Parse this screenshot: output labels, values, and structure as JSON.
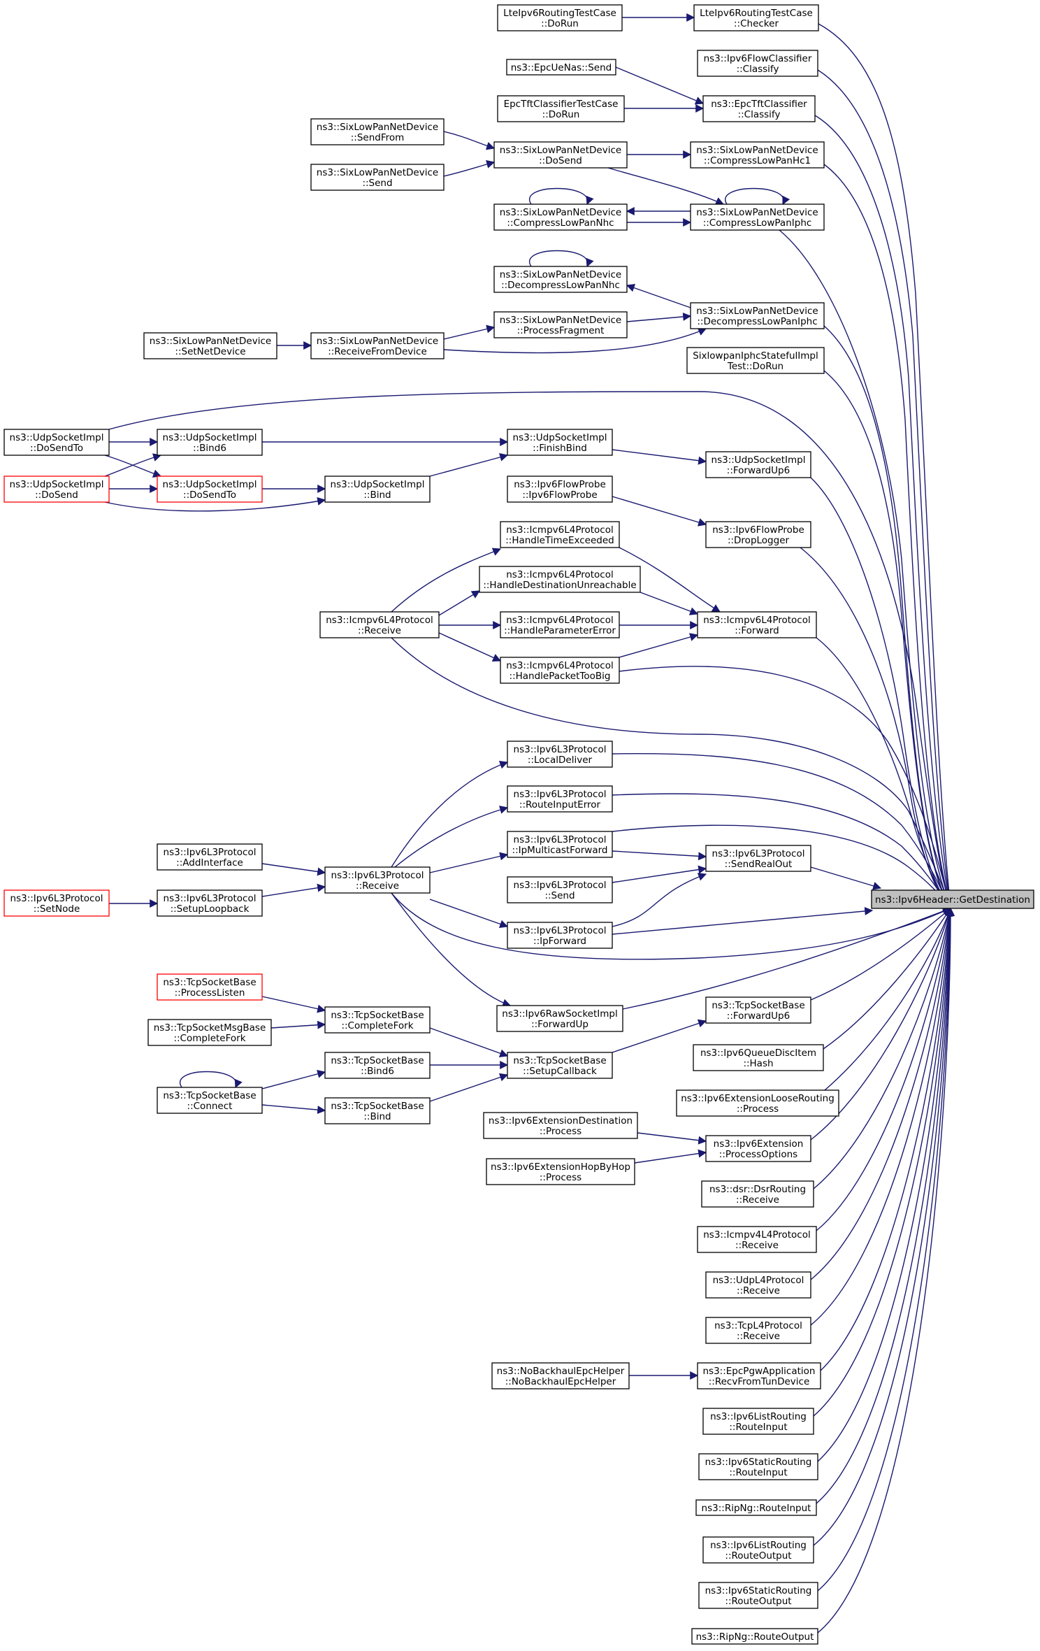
{
  "diagram": {
    "type": "doxygen-caller-graph",
    "focus_node": "n_getdest",
    "nodes": [
      {
        "id": "n_getdest",
        "lines": [
          "ns3::Ipv6Header::GetDestination"
        ],
        "style": "focus"
      },
      {
        "id": "n_lte_doruntc",
        "lines": [
          "LteIpv6RoutingTestCase",
          "::DoRun"
        ]
      },
      {
        "id": "n_lte_checker",
        "lines": [
          "LteIpv6RoutingTestCase",
          "::Checker"
        ]
      },
      {
        "id": "n_flowclassify",
        "lines": [
          "ns3::Ipv6FlowClassifier",
          "::Classify"
        ]
      },
      {
        "id": "n_epcuenas_send",
        "lines": [
          "ns3::EpcUeNas::Send"
        ]
      },
      {
        "id": "n_epctft_dorun",
        "lines": [
          "EpcTftClassifierTestCase",
          "::DoRun"
        ]
      },
      {
        "id": "n_epctft_classify",
        "lines": [
          "ns3::EpcTftClassifier",
          "::Classify"
        ]
      },
      {
        "id": "n_slp_sendfrom",
        "lines": [
          "ns3::SixLowPanNetDevice",
          "::SendFrom"
        ]
      },
      {
        "id": "n_slp_send",
        "lines": [
          "ns3::SixLowPanNetDevice",
          "::Send"
        ]
      },
      {
        "id": "n_slp_dosend",
        "lines": [
          "ns3::SixLowPanNetDevice",
          "::DoSend"
        ]
      },
      {
        "id": "n_slp_hc1",
        "lines": [
          "ns3::SixLowPanNetDevice",
          "::CompressLowPanHc1"
        ]
      },
      {
        "id": "n_slp_cnhc",
        "lines": [
          "ns3::SixLowPanNetDevice",
          "::CompressLowPanNhc"
        ]
      },
      {
        "id": "n_slp_ciphc",
        "lines": [
          "ns3::SixLowPanNetDevice",
          "::CompressLowPanIphc"
        ]
      },
      {
        "id": "n_slp_dnhc",
        "lines": [
          "ns3::SixLowPanNetDevice",
          "::DecompressLowPanNhc"
        ]
      },
      {
        "id": "n_slp_procfrag",
        "lines": [
          "ns3::SixLowPanNetDevice",
          "::ProcessFragment"
        ]
      },
      {
        "id": "n_slp_diphc",
        "lines": [
          "ns3::SixLowPanNetDevice",
          "::DecompressLowPanIphc"
        ]
      },
      {
        "id": "n_slp_setnet",
        "lines": [
          "ns3::SixLowPanNetDevice",
          "::SetNetDevice"
        ]
      },
      {
        "id": "n_slp_recvfrom",
        "lines": [
          "ns3::SixLowPanNetDevice",
          "::ReceiveFromDevice"
        ]
      },
      {
        "id": "n_sixlowpan_test",
        "lines": [
          "SixlowpanIphcStatefulImpl",
          "Test::DoRun"
        ]
      },
      {
        "id": "n_udp_dosendto_l",
        "lines": [
          "ns3::UdpSocketImpl",
          "::DoSendTo"
        ]
      },
      {
        "id": "n_udp_bind6",
        "lines": [
          "ns3::UdpSocketImpl",
          "::Bind6"
        ]
      },
      {
        "id": "n_udp_dosend",
        "lines": [
          "ns3::UdpSocketImpl",
          "::DoSend"
        ],
        "style": "red"
      },
      {
        "id": "n_udp_dosendto_r",
        "lines": [
          "ns3::UdpSocketImpl",
          "::DoSendTo"
        ],
        "style": "red"
      },
      {
        "id": "n_udp_bind",
        "lines": [
          "ns3::UdpSocketImpl",
          "::Bind"
        ]
      },
      {
        "id": "n_udp_finishbind",
        "lines": [
          "ns3::UdpSocketImpl",
          "::FinishBind"
        ]
      },
      {
        "id": "n_udp_fwdup6",
        "lines": [
          "ns3::UdpSocketImpl",
          "::ForwardUp6"
        ]
      },
      {
        "id": "n_flowprobe_ctor",
        "lines": [
          "ns3::Ipv6FlowProbe",
          "::Ipv6FlowProbe"
        ]
      },
      {
        "id": "n_flowprobe_drop",
        "lines": [
          "ns3::Ipv6FlowProbe",
          "::DropLogger"
        ]
      },
      {
        "id": "n_icmp_hte",
        "lines": [
          "ns3::Icmpv6L4Protocol",
          "::HandleTimeExceeded"
        ]
      },
      {
        "id": "n_icmp_hdu",
        "lines": [
          "ns3::Icmpv6L4Protocol",
          "::HandleDestinationUnreachable"
        ]
      },
      {
        "id": "n_icmp_recv",
        "lines": [
          "ns3::Icmpv6L4Protocol",
          "::Receive"
        ]
      },
      {
        "id": "n_icmp_hpe",
        "lines": [
          "ns3::Icmpv6L4Protocol",
          "::HandleParameterError"
        ]
      },
      {
        "id": "n_icmp_fwd",
        "lines": [
          "ns3::Icmpv6L4Protocol",
          "::Forward"
        ]
      },
      {
        "id": "n_icmp_hptb",
        "lines": [
          "ns3::Icmpv6L4Protocol",
          "::HandlePacketTooBig"
        ]
      },
      {
        "id": "n_l3_local",
        "lines": [
          "ns3::Ipv6L3Protocol",
          "::LocalDeliver"
        ]
      },
      {
        "id": "n_l3_rie",
        "lines": [
          "ns3::Ipv6L3Protocol",
          "::RouteInputError"
        ]
      },
      {
        "id": "n_l3_ipmf",
        "lines": [
          "ns3::Ipv6L3Protocol",
          "::IpMulticastForward"
        ]
      },
      {
        "id": "n_l3_sro",
        "lines": [
          "ns3::Ipv6L3Protocol",
          "::SendRealOut"
        ]
      },
      {
        "id": "n_l3_addif",
        "lines": [
          "ns3::Ipv6L3Protocol",
          "::AddInterface"
        ]
      },
      {
        "id": "n_l3_recv",
        "lines": [
          "ns3::Ipv6L3Protocol",
          "::Receive"
        ]
      },
      {
        "id": "n_l3_send",
        "lines": [
          "ns3::Ipv6L3Protocol",
          "::Send"
        ]
      },
      {
        "id": "n_l3_setnode",
        "lines": [
          "ns3::Ipv6L3Protocol",
          "::SetNode"
        ],
        "style": "red"
      },
      {
        "id": "n_l3_setloop",
        "lines": [
          "ns3::Ipv6L3Protocol",
          "::SetupLoopback"
        ]
      },
      {
        "id": "n_l3_ipfwd",
        "lines": [
          "ns3::Ipv6L3Protocol",
          "::IpForward"
        ]
      },
      {
        "id": "n_tcp_proclisten",
        "lines": [
          "ns3::TcpSocketBase",
          "::ProcessListen"
        ],
        "style": "red"
      },
      {
        "id": "n_tcp_msg_cf",
        "lines": [
          "ns3::TcpSocketMsgBase",
          "::CompleteFork"
        ]
      },
      {
        "id": "n_tcp_cf",
        "lines": [
          "ns3::TcpSocketBase",
          "::CompleteFork"
        ]
      },
      {
        "id": "n_raw_fwdup",
        "lines": [
          "ns3::Ipv6RawSocketImpl",
          "::ForwardUp"
        ]
      },
      {
        "id": "n_tcp_fwdup6",
        "lines": [
          "ns3::TcpSocketBase",
          "::ForwardUp6"
        ]
      },
      {
        "id": "n_tcp_bind6",
        "lines": [
          "ns3::TcpSocketBase",
          "::Bind6"
        ]
      },
      {
        "id": "n_tcp_setupcb",
        "lines": [
          "ns3::TcpSocketBase",
          "::SetupCallback"
        ]
      },
      {
        "id": "n_tcp_connect",
        "lines": [
          "ns3::TcpSocketBase",
          "::Connect"
        ]
      },
      {
        "id": "n_tcp_bind",
        "lines": [
          "ns3::TcpSocketBase",
          "::Bind"
        ]
      },
      {
        "id": "n_qdisc_hash",
        "lines": [
          "ns3::Ipv6QueueDiscItem",
          "::Hash"
        ]
      },
      {
        "id": "n_ext_loose",
        "lines": [
          "ns3::Ipv6ExtensionLooseRouting",
          "::Process"
        ]
      },
      {
        "id": "n_ext_dest",
        "lines": [
          "ns3::Ipv6ExtensionDestination",
          "::Process"
        ]
      },
      {
        "id": "n_ext_procopt",
        "lines": [
          "ns3::Ipv6Extension",
          "::ProcessOptions"
        ]
      },
      {
        "id": "n_ext_hbh",
        "lines": [
          "ns3::Ipv6ExtensionHopByHop",
          "::Process"
        ]
      },
      {
        "id": "n_dsr_recv",
        "lines": [
          "ns3::dsr::DsrRouting",
          "::Receive"
        ]
      },
      {
        "id": "n_icmp4_recv",
        "lines": [
          "ns3::Icmpv4L4Protocol",
          "::Receive"
        ]
      },
      {
        "id": "n_udpl4_recv",
        "lines": [
          "ns3::UdpL4Protocol",
          "::Receive"
        ]
      },
      {
        "id": "n_tcpl4_recv",
        "lines": [
          "ns3::TcpL4Protocol",
          "::Receive"
        ]
      },
      {
        "id": "n_nobackhaul",
        "lines": [
          "ns3::NoBackhaulEpcHelper",
          "::NoBackhaulEpcHelper"
        ]
      },
      {
        "id": "n_pgw_recv",
        "lines": [
          "ns3::EpcPgwApplication",
          "::RecvFromTunDevice"
        ]
      },
      {
        "id": "n_listr_in",
        "lines": [
          "ns3::Ipv6ListRouting",
          "::RouteInput"
        ]
      },
      {
        "id": "n_static_in",
        "lines": [
          "ns3::Ipv6StaticRouting",
          "::RouteInput"
        ]
      },
      {
        "id": "n_ripng_in",
        "lines": [
          "ns3::RipNg::RouteInput"
        ]
      },
      {
        "id": "n_listr_out",
        "lines": [
          "ns3::Ipv6ListRouting",
          "::RouteOutput"
        ]
      },
      {
        "id": "n_static_out",
        "lines": [
          "ns3::Ipv6StaticRouting",
          "::RouteOutput"
        ]
      },
      {
        "id": "n_ripng_out",
        "lines": [
          "ns3::RipNg::RouteOutput"
        ]
      }
    ]
  }
}
